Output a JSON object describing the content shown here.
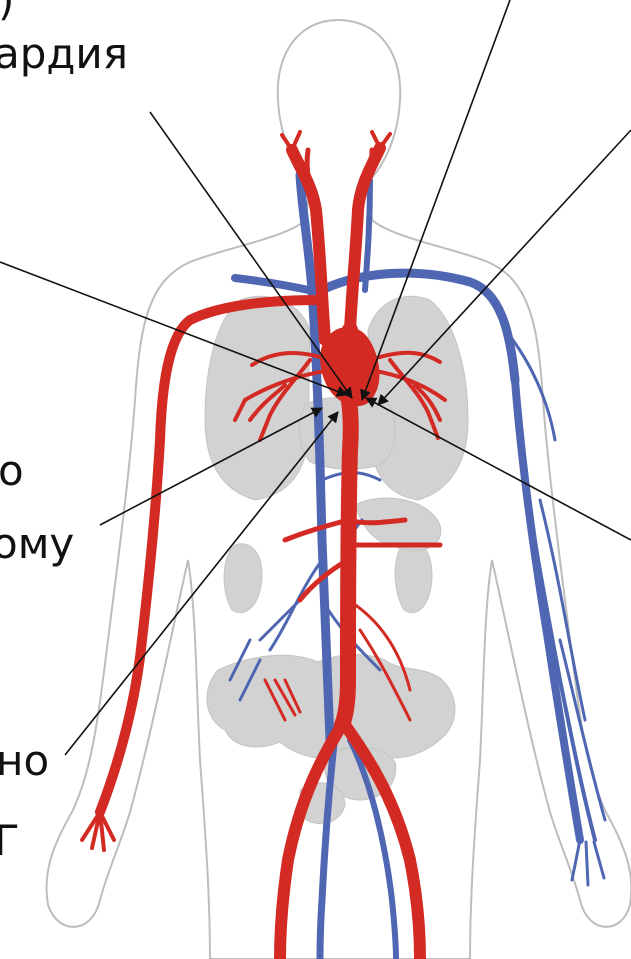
{
  "labels": {
    "top_left_fragment": ")",
    "top_left_word": "ардия",
    "left_mid_1": "о",
    "left_mid_2": "ому",
    "left_low_1": "но",
    "left_low_2": "Г"
  },
  "colors": {
    "artery": "#d42a24",
    "vein": "#4f66b3",
    "organ": "#d2d2d2",
    "body_outline": "#bdbdbd",
    "pointer": "#111111",
    "background": "#ffffff"
  },
  "icons": {
    "main_figure": "human-circulatory-system-illustration",
    "pointer_marks": "arrow-pointer"
  }
}
